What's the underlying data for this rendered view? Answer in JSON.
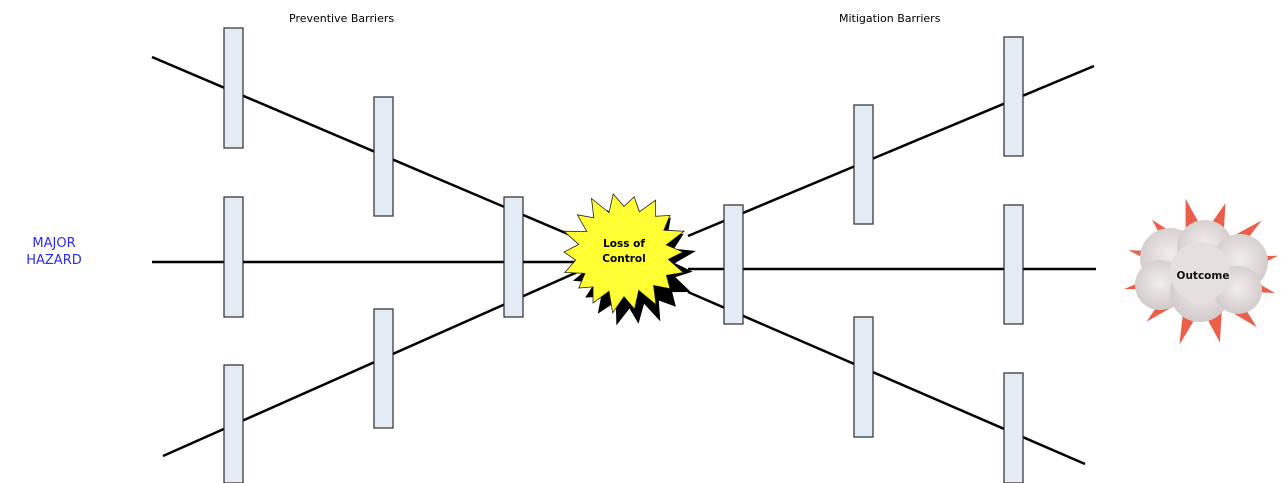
{
  "headings": {
    "preventive": "Preventive Barriers",
    "mitigation": "Mitigation Barriers"
  },
  "hazard": {
    "line1": "MAJOR",
    "line2": "HAZARD",
    "color": "#2b2bf0"
  },
  "top_event": {
    "line1": "Loss of",
    "line2": "Control",
    "fill_color": "#ffff33",
    "shadow_color": "#000000"
  },
  "outcome": {
    "label": "Outcome",
    "icon": "explosion-cloud-icon",
    "accent_color": "#e8432a"
  },
  "barrier_fill_color": "#e3ecf5"
}
